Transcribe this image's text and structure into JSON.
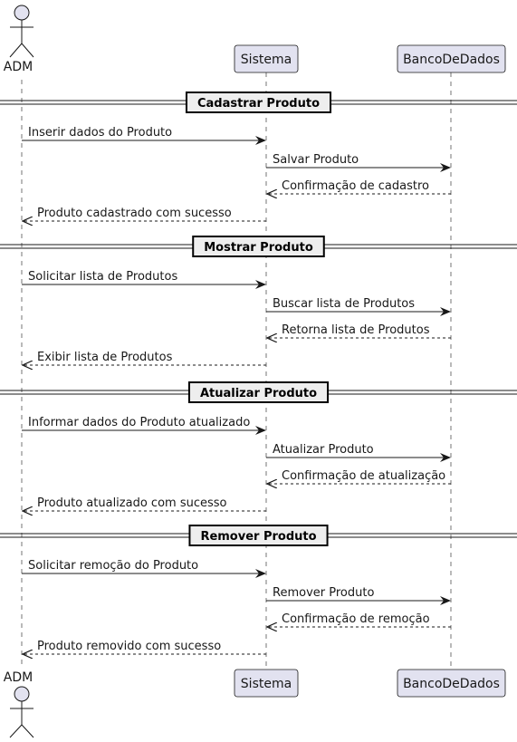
{
  "colors": {
    "participant_fill": "#E2E2F0",
    "participant_stroke": "#181818",
    "lifeline": "#181818",
    "line": "#181818",
    "section_fill": "#EEEEEE"
  },
  "participants": {
    "adm": "ADM",
    "sistema": "Sistema",
    "banco": "BancoDeDados"
  },
  "sections": [
    {
      "title": "Cadastrar Produto",
      "messages": [
        {
          "label": "Inserir dados do Produto",
          "from": "adm",
          "to": "sistema",
          "style": "solid"
        },
        {
          "label": "Salvar Produto",
          "from": "sistema",
          "to": "banco",
          "style": "solid"
        },
        {
          "label": "Confirmação de cadastro",
          "from": "banco",
          "to": "sistema",
          "style": "dashed"
        },
        {
          "label": "Produto cadastrado com sucesso",
          "from": "sistema",
          "to": "adm",
          "style": "dashed"
        }
      ]
    },
    {
      "title": "Mostrar Produto",
      "messages": [
        {
          "label": "Solicitar lista de Produtos",
          "from": "adm",
          "to": "sistema",
          "style": "solid"
        },
        {
          "label": "Buscar lista de Produtos",
          "from": "sistema",
          "to": "banco",
          "style": "solid"
        },
        {
          "label": "Retorna lista de Produtos",
          "from": "banco",
          "to": "sistema",
          "style": "dashed"
        },
        {
          "label": "Exibir lista de Produtos",
          "from": "sistema",
          "to": "adm",
          "style": "dashed"
        }
      ]
    },
    {
      "title": "Atualizar Produto",
      "messages": [
        {
          "label": "Informar dados do Produto atualizado",
          "from": "adm",
          "to": "sistema",
          "style": "solid"
        },
        {
          "label": "Atualizar Produto",
          "from": "sistema",
          "to": "banco",
          "style": "solid"
        },
        {
          "label": "Confirmação de atualização",
          "from": "banco",
          "to": "sistema",
          "style": "dashed"
        },
        {
          "label": "Produto atualizado com sucesso",
          "from": "sistema",
          "to": "adm",
          "style": "dashed"
        }
      ]
    },
    {
      "title": "Remover Produto",
      "messages": [
        {
          "label": "Solicitar remoção do Produto",
          "from": "adm",
          "to": "sistema",
          "style": "solid"
        },
        {
          "label": "Remover Produto",
          "from": "sistema",
          "to": "banco",
          "style": "solid"
        },
        {
          "label": "Confirmação de remoção",
          "from": "banco",
          "to": "sistema",
          "style": "dashed"
        },
        {
          "label": "Produto removido com sucesso",
          "from": "sistema",
          "to": "adm",
          "style": "dashed"
        }
      ]
    }
  ]
}
